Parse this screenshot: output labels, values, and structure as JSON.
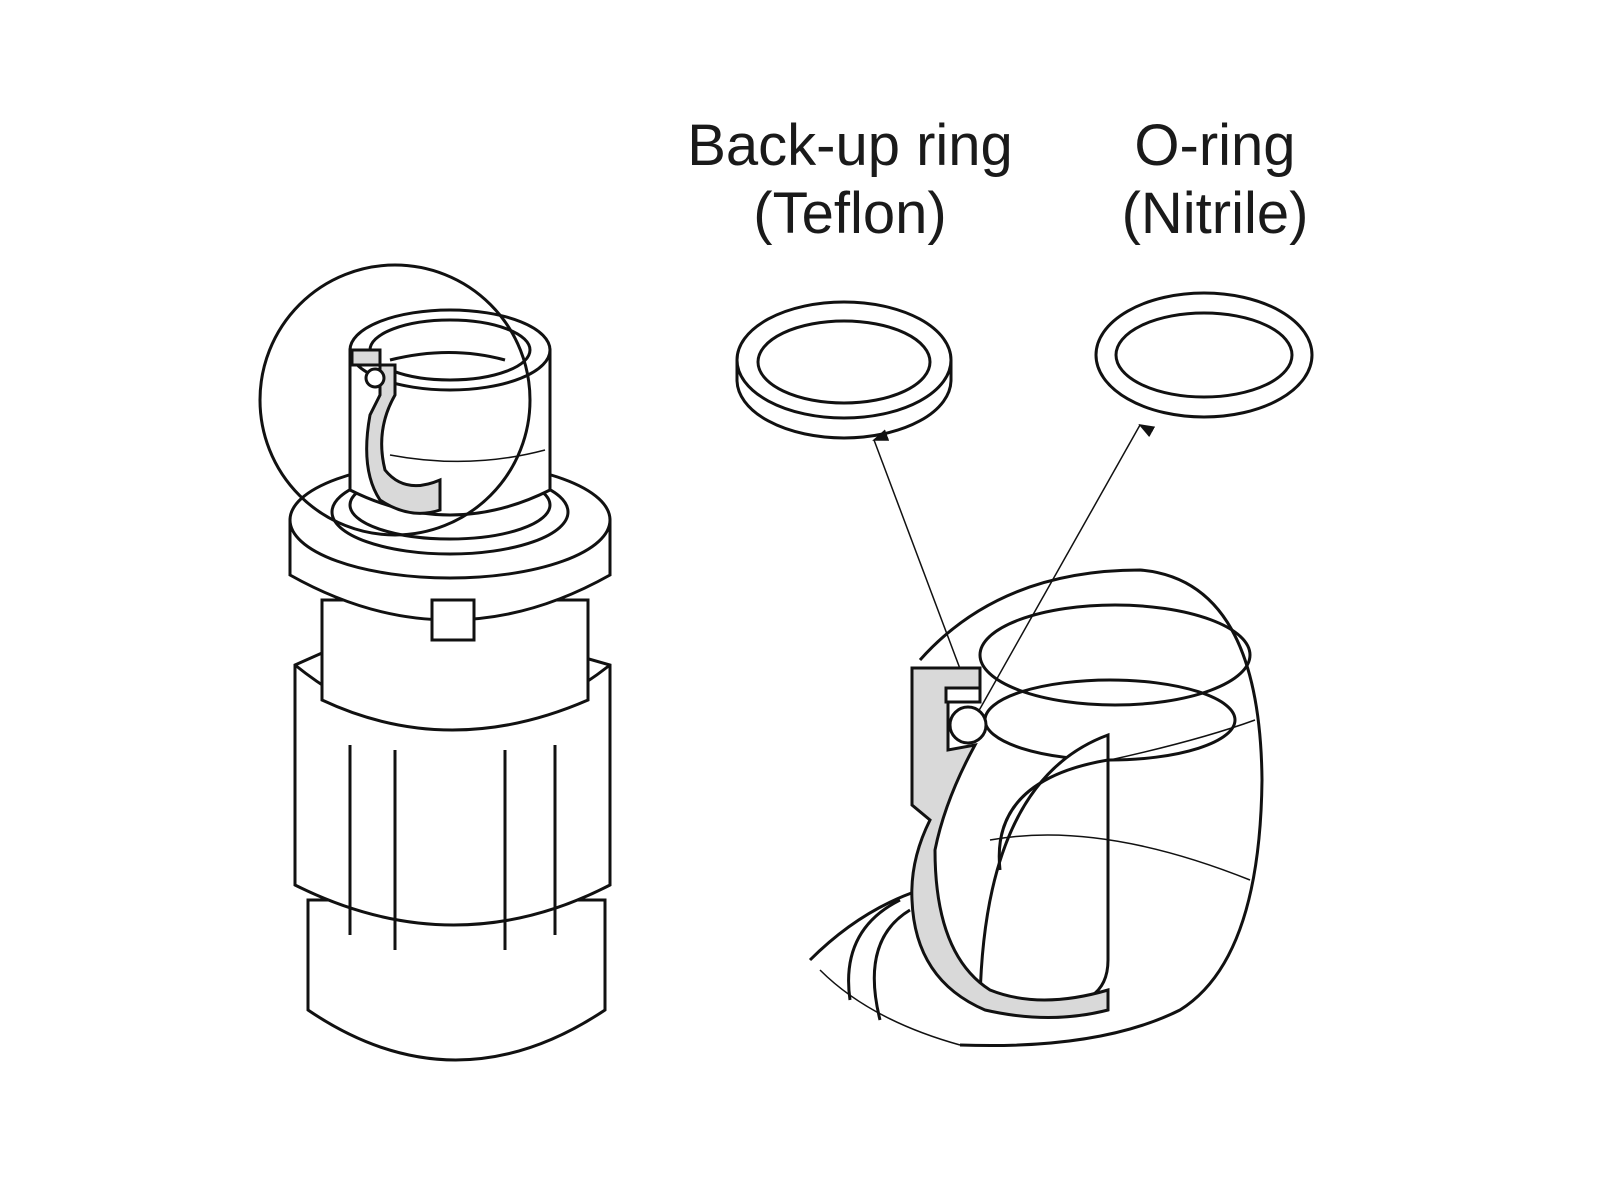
{
  "labels": {
    "backup_ring": {
      "name": "Back-up ring",
      "material": "(Teflon)"
    },
    "o_ring": {
      "name": "O-ring",
      "material": "(Nitrile)"
    }
  },
  "colors": {
    "line": "#111111",
    "section_fill": "#d9d9d9",
    "background": "#ffffff"
  }
}
